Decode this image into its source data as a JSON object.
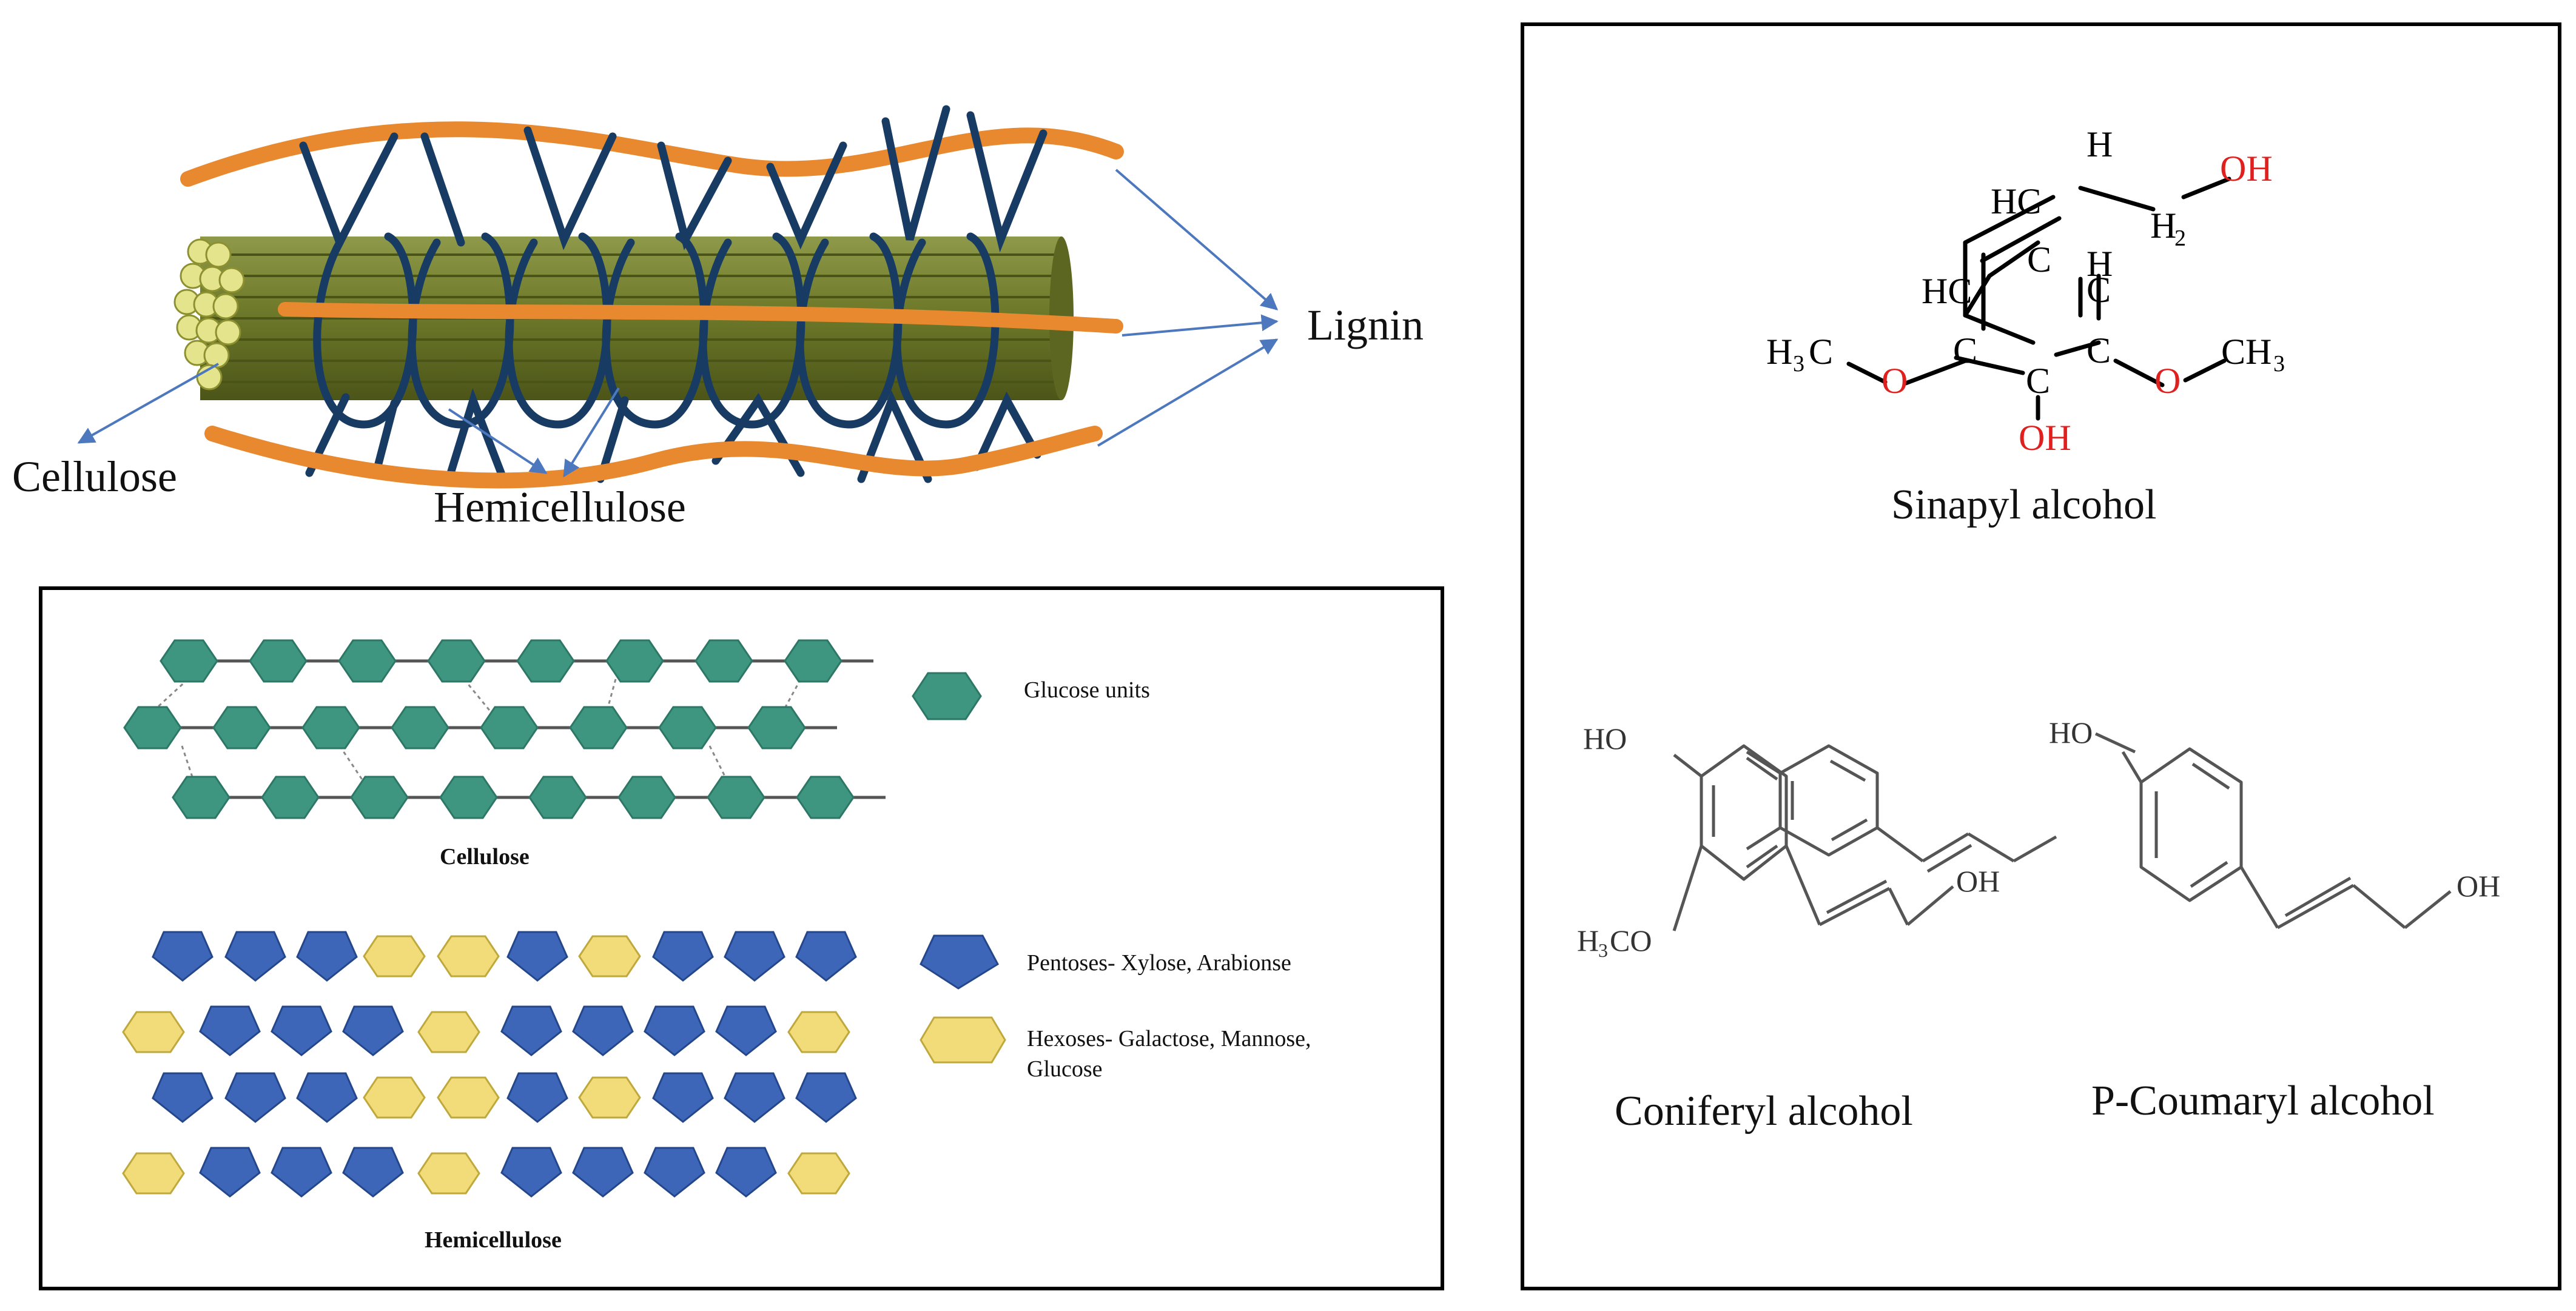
{
  "fiber": {
    "lignin_label": "Lignin",
    "cellulose_label": "Cellulose",
    "hemicellulose_label": "Hemicellulose"
  },
  "polymer_box": {
    "cellulose_caption": "Cellulose",
    "hemicellulose_caption": "Hemicellulose",
    "legend": {
      "glucose": "Glucose units",
      "pentoses": "Pentoses- Xylose, Arabionse",
      "hexoses_line1": "Hexoses- Galactose, Mannose,",
      "hexoses_line2": "Glucose"
    }
  },
  "monolignols": {
    "sinapyl": {
      "name": "Sinapyl alcohol",
      "atoms": {
        "h_top": "H",
        "hc_chain": "HC",
        "oh_chain": "OH",
        "h2": "H",
        "h2_sub": "2",
        "hc_ring": "HC",
        "c_top": "C",
        "h_right": "H",
        "c_ur": "C",
        "c_lr": "C",
        "c_bottom": "C",
        "c_ll": "C",
        "o_left": "O",
        "o_right": "O",
        "h3c_h": "H",
        "h3c_sub": "3",
        "h3c_c": "C",
        "ch3_c": "CH",
        "ch3_sub": "3",
        "oh_bottom": "OH"
      }
    },
    "coniferyl": {
      "name": "Coniferyl alcohol",
      "ho": "HO",
      "oh": "OH",
      "h3co": "H",
      "h3co_sub": "3",
      "h3co_rest": "CO"
    },
    "coumaryl": {
      "name": "P-Coumaryl alcohol",
      "ho": "HO",
      "oh": "OH"
    }
  },
  "colors": {
    "lignin": "#E8892F",
    "hemicellulose_strand": "#183B63",
    "cellulose_fibril": "#6E7A2A",
    "glucose": "#3E9580",
    "pentose": "#3E66B8",
    "hexose": "#F2DC7A",
    "heteroatom": "#E0201E",
    "arrow": "#4D78BE"
  }
}
